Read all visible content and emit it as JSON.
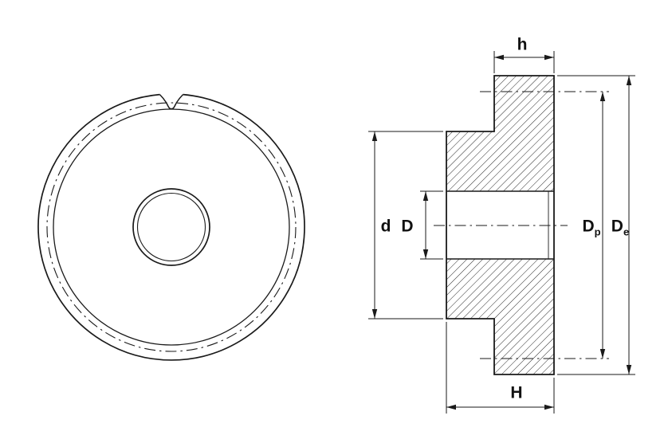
{
  "figure": {
    "labels": {
      "tooth_width": {
        "text": "h"
      },
      "hub_outer_diameter": {
        "text": "d"
      },
      "bore_diameter": {
        "text": "D"
      },
      "pitch_diameter": {
        "main": "D",
        "sub": "p"
      },
      "outside_diameter": {
        "main": "D",
        "sub": "e"
      },
      "hub_width": {
        "text": "H"
      }
    },
    "colors": {
      "line": "#1a1a1a",
      "background": "#ffffff"
    }
  }
}
